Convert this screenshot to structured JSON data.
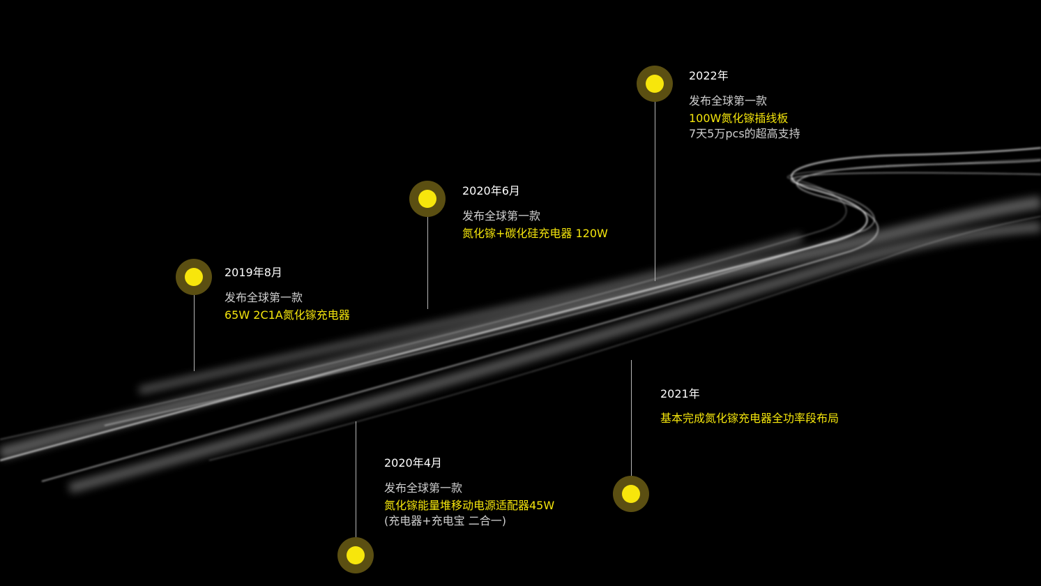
{
  "milestones": [
    {
      "date": "2019年8月",
      "intro": "发布全球第一款",
      "highlight": "65W 2C1A氮化镓充电器"
    },
    {
      "date": "2020年6月",
      "intro": "发布全球第一款",
      "highlight": "氮化镓+碳化硅充电器 120W"
    },
    {
      "date": "2022年",
      "intro": "发布全球第一款",
      "highlight": "100W氮化镓插线板",
      "note": "7天5万pcs的超高支持"
    },
    {
      "date": "2021年",
      "highlight": "基本完成氮化镓充电器全功率段布局"
    },
    {
      "date": "2020年4月",
      "intro": "发布全球第一款",
      "highlight": "氮化镓能量堆移动电源适配器45W",
      "note": "(充电器+充电宝 二合一)"
    }
  ],
  "colors": {
    "accent": "#f7e60c",
    "ring": "#5b4f12",
    "background": "#000000"
  }
}
